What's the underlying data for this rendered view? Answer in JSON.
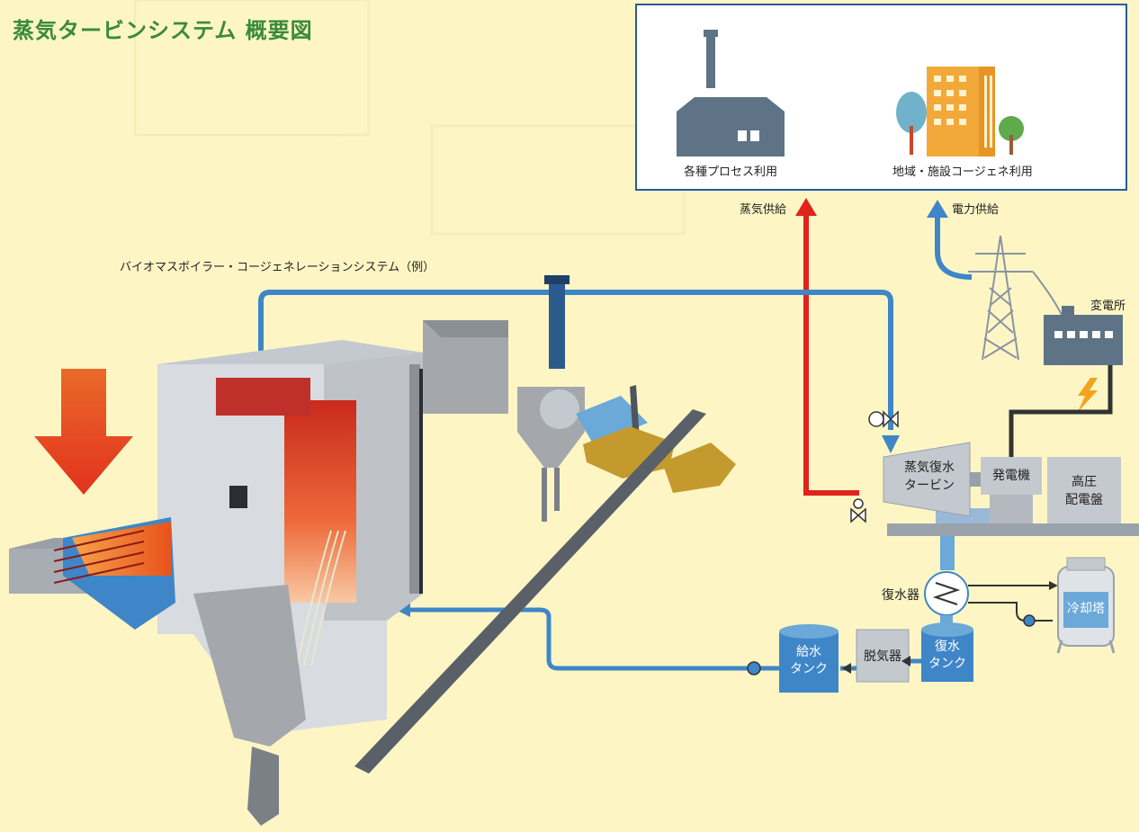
{
  "title": "蒸気タービンシステム 概要図",
  "subtitle": "バイオマスボイラー・コージェネレーションシステム（例）",
  "uses": {
    "process": "各種プロセス利用",
    "district": "地域・施設コージェネ利用"
  },
  "supply": {
    "steam": "蒸気供給",
    "power": "電力供給"
  },
  "equipment": {
    "substation": "変電所",
    "turbine": [
      "蒸気復水",
      "タービン"
    ],
    "generator": "発電機",
    "switchgear": [
      "高圧",
      "配電盤"
    ],
    "condenser": "復水器",
    "cooling_tower": "冷却塔",
    "condensate_tank": [
      "復水",
      "タンク"
    ],
    "deaerator": "脱気器",
    "feedwater_tank": [
      "給水",
      "タンク"
    ]
  },
  "colors": {
    "steam": "#e0231c",
    "water": "#3f86c8",
    "title": "#3a8a3a",
    "background": "#fdf6c4"
  }
}
